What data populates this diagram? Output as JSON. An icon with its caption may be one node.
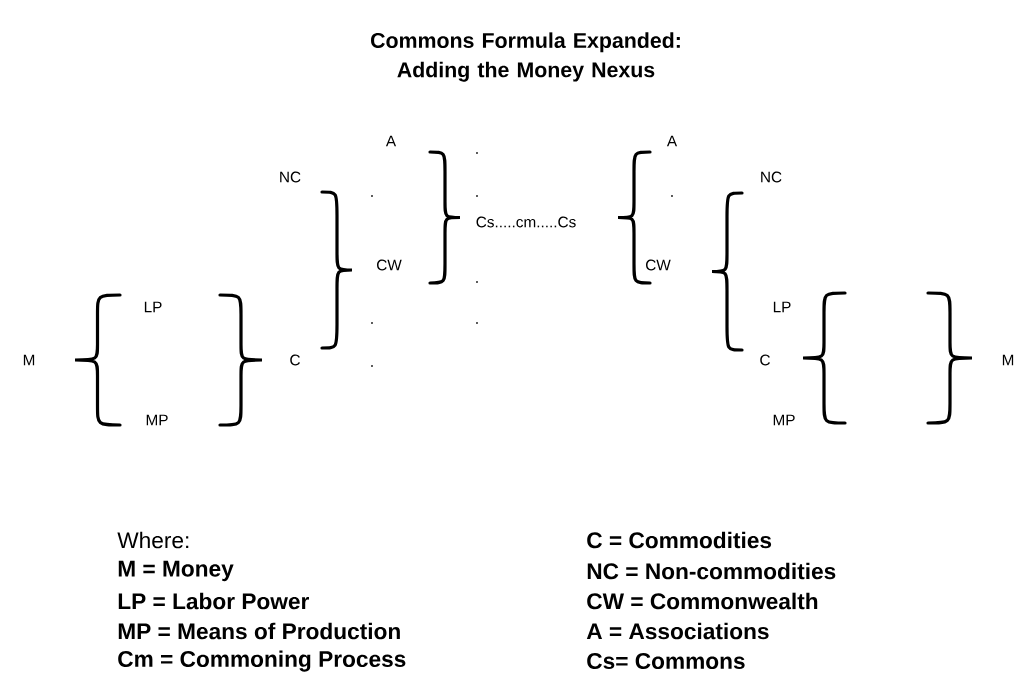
{
  "diagram": {
    "title": "Commons Formula Expanded: Adding the Money Nexus",
    "labels": [
      "A",
      "A",
      "NC",
      "NC",
      "Cs.....cm.....Cs",
      "CW",
      "CW",
      "LP",
      "LP",
      "M",
      "C",
      "C",
      "M",
      "MP",
      "MP",
      "Where:",
      "M = Money",
      "LP = Labor Power",
      "MP = Means of Production",
      "Cm = Commoning Process",
      "C = Commodities",
      "NC = Non-commodities",
      "CW = Commonwealth",
      "A = Associations",
      "Cs= Commons"
    ]
  }
}
